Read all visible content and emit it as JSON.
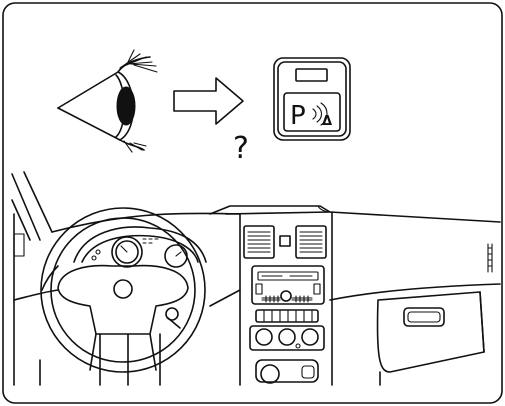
{
  "illustration": {
    "question_mark": "?",
    "button_symbol": "P",
    "button_sub_symbol": "Δ",
    "icon_names": [
      "eye-icon",
      "arrow-right-icon",
      "parking-sensor-button-icon",
      "dashboard-illustration"
    ]
  }
}
